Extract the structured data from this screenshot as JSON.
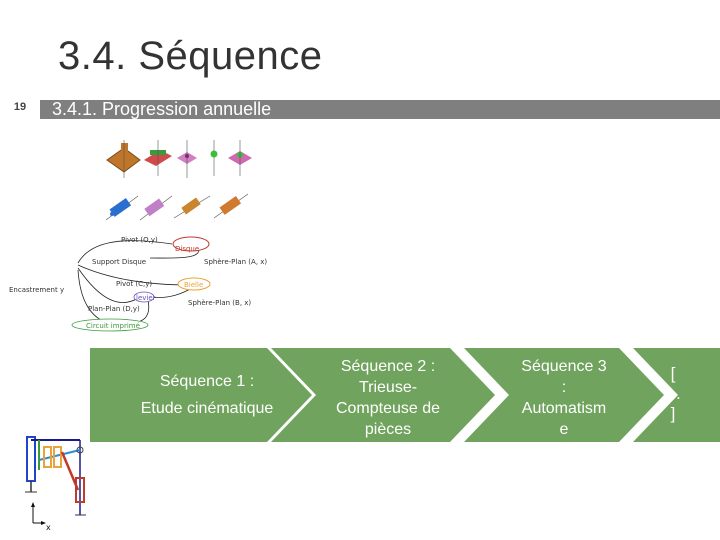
{
  "slide": {
    "title": "3.4. Séquence",
    "number": "19",
    "subtitle": "3.4.1. Progression annuelle"
  },
  "graph": {
    "nodes": {
      "encastrement": "Encastrement y",
      "support": "Support Disque",
      "disque": "Disque",
      "pivot1": "Pivot (O,y)",
      "sphere_plan_a": "Sphère-Plan (A, x)",
      "pivot2": "Pivot (C,y)",
      "levier": "levier",
      "bielle": "Bielle",
      "plan_plan": "Plan-Plan (D,y)",
      "sphere_plan_b": "Sphère-Plan (B, x)",
      "circuit": "Circuit imprimé"
    }
  },
  "sequences": [
    {
      "label": "Séquence 1 : Etude cinématique",
      "lines": [
        "Séquence 1 :",
        "Etude cinématique"
      ]
    },
    {
      "label": "Séquence 2 : Trieuse-Compteuse de pièces",
      "lines": [
        "Séquence 2 :",
        "Trieuse-",
        "Compteuse de",
        "pièces"
      ]
    },
    {
      "label": "Séquence 3 : Automatisme",
      "lines": [
        "Séquence 3",
        ":",
        "Automatism",
        "e"
      ]
    },
    {
      "label": "[…]",
      "lines": [
        "[",
        "…",
        "]"
      ]
    }
  ],
  "kinematic": {
    "axis_label": "x"
  },
  "colors": {
    "chevron": "#70a35d",
    "subtitle_bar": "#7f7f7f",
    "disque": "#c0392b",
    "bielle": "#e8a33a",
    "levier": "#6a4fb3",
    "circuit": "#3a9a3a"
  },
  "icons": {
    "joint_icons": [
      "planar-joint-icon",
      "prismatic-joint-icon",
      "pin-joint-icon",
      "ball-joint-icon",
      "sphere-plane-icon",
      "cylindrical-joint-icon",
      "helical-joint-icon",
      "linear-joint-icon",
      "annular-joint-icon"
    ]
  }
}
